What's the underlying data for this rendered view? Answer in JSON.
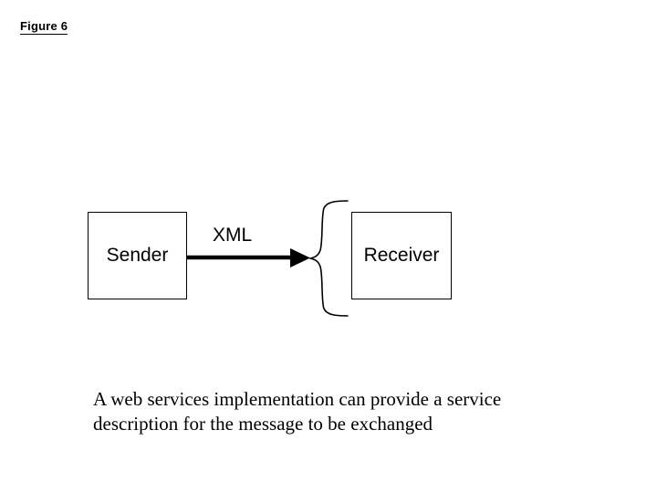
{
  "figure": {
    "title": "Figure 6"
  },
  "diagram": {
    "type": "flow",
    "nodes": [
      {
        "id": "sender",
        "label": "Sender"
      },
      {
        "id": "receiver",
        "label": "Receiver"
      }
    ],
    "edges": [
      {
        "from": "sender",
        "to": "receiver",
        "label": "XML",
        "arrow": "right"
      }
    ],
    "annotations": [
      {
        "id": "service-description-brace",
        "shape": "left-curly-brace",
        "target": "receiver"
      }
    ],
    "colors": {
      "stroke": "#000000",
      "fill": "#ffffff",
      "text": "#000000"
    }
  },
  "caption": {
    "line1": "A web services implementation can provide a service",
    "line2": "description for the message to be exchanged"
  }
}
